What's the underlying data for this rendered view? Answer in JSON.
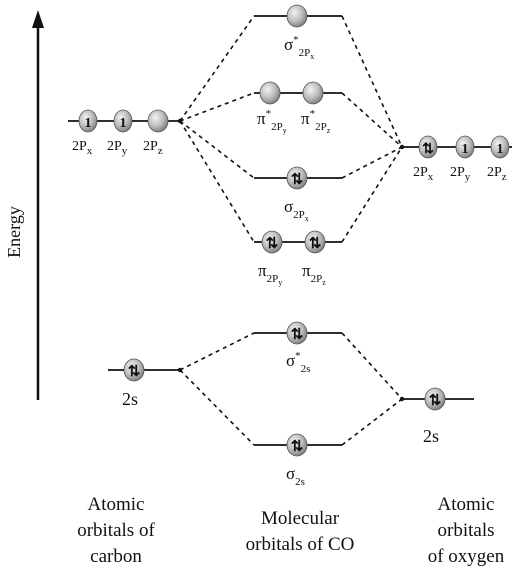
{
  "axis": {
    "label": "Energy"
  },
  "carbon": {
    "p_labels": [
      {
        "base": "2P",
        "sub": "x"
      },
      {
        "base": "2P",
        "sub": "y"
      },
      {
        "base": "2P",
        "sub": "z"
      }
    ],
    "p_electrons": [
      "1",
      "1",
      ""
    ],
    "s_label": "2s",
    "s_electrons": "⇅",
    "caption": [
      "Atomic",
      "orbitals of",
      "carbon"
    ]
  },
  "oxygen": {
    "p_labels": [
      {
        "base": "2P",
        "sub": "x"
      },
      {
        "base": "2P",
        "sub": "y"
      },
      {
        "base": "2P",
        "sub": "z"
      }
    ],
    "p_electrons": [
      "⇅",
      "1",
      "1"
    ],
    "s_label": "2s",
    "s_electrons": "⇅",
    "caption": [
      "Atomic",
      "orbitals",
      "of oxygen"
    ]
  },
  "molecular": {
    "sigma_star_2px": {
      "greek": "σ",
      "star": "*",
      "sub": "2P",
      "subsub": "x",
      "electrons": ""
    },
    "pi_star_2py": {
      "greek": "π",
      "star": "*",
      "sub": "2P",
      "subsub": "y",
      "electrons": ""
    },
    "pi_star_2pz": {
      "greek": "π",
      "star": "*",
      "sub": "2P",
      "subsub": "z",
      "electrons": ""
    },
    "sigma_2px": {
      "greek": "σ",
      "star": "",
      "sub": "2P",
      "subsub": "x",
      "electrons": "⇅"
    },
    "pi_2py": {
      "greek": "π",
      "star": "",
      "sub": "2P",
      "subsub": "y",
      "electrons": "⇅"
    },
    "pi_2pz": {
      "greek": "π",
      "star": "",
      "sub": "2P",
      "subsub": "z",
      "electrons": "⇅"
    },
    "sigma_star_2s": {
      "greek": "σ",
      "star": "*",
      "sub": "2s",
      "subsub": "",
      "electrons": "⇅"
    },
    "sigma_2s": {
      "greek": "σ",
      "star": "",
      "sub": "2s",
      "subsub": "",
      "electrons": "⇅"
    },
    "caption": [
      "Molecular",
      "orbitals of CO"
    ]
  }
}
